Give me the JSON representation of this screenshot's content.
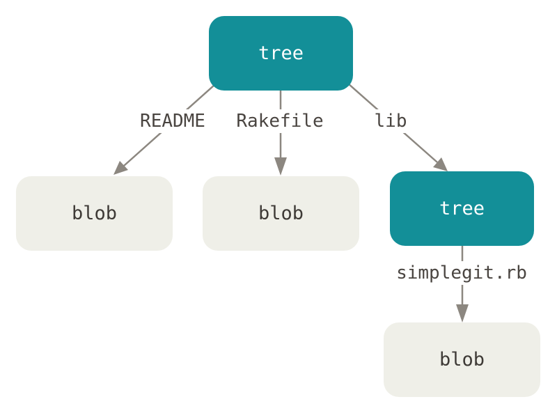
{
  "colors": {
    "tree_fill": "#138f98",
    "blob_fill": "#efefe8",
    "edge": "#8c8780",
    "label_text": "#4a4541"
  },
  "nodes": {
    "root_tree": "tree",
    "lib_tree": "tree",
    "readme_blob": "blob",
    "rakefile_blob": "blob",
    "simplegit_blob": "blob"
  },
  "edges": {
    "readme": "README",
    "rakefile": "Rakefile",
    "lib": "lib",
    "simplegit": "simplegit.rb"
  }
}
